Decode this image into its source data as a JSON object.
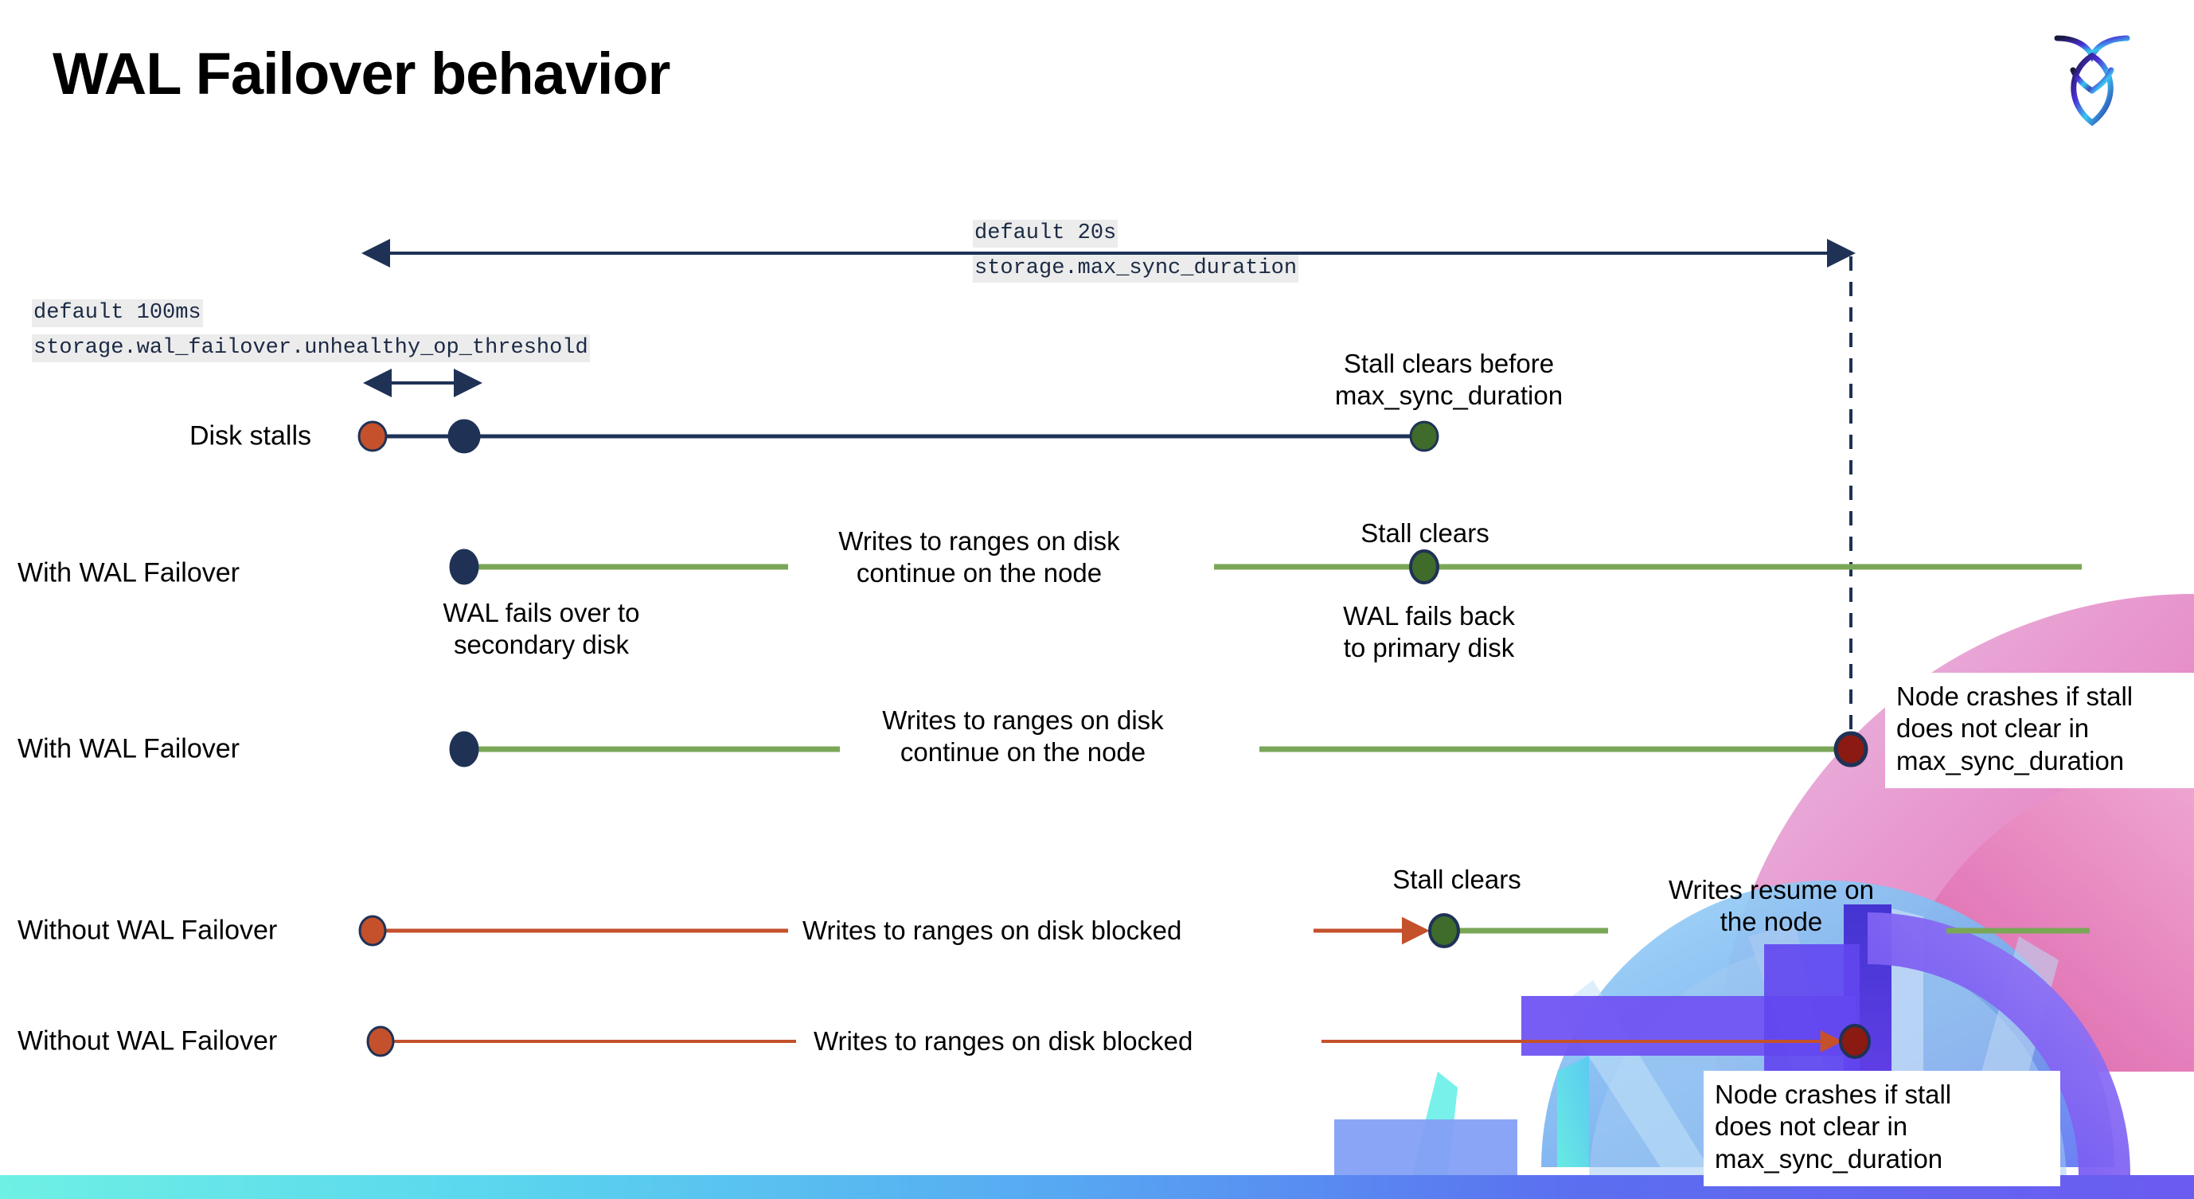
{
  "slide": {
    "title": "WAL Failover behavior",
    "logo_icon": "cockroachdb-logo-icon",
    "bottom_bar_colors": [
      "#6ff0e4",
      "#5bd7ee",
      "#57a9f2",
      "#5b6ef0",
      "#6b5bf0"
    ]
  },
  "palette": {
    "navy": "#1f3256",
    "green_line": "#7aa757",
    "green_dot": "#3f6b2b",
    "orange": "#c4512c",
    "dark_red": "#8b1a13",
    "chip_bg": "#ececec"
  },
  "measures": {
    "max_sync": {
      "default_label": "default 20s",
      "setting_label": "storage.max_sync_duration"
    },
    "unhealthy_op": {
      "default_label": "default 100ms",
      "setting_label": "storage.wal_failover.unhealthy_op_threshold"
    }
  },
  "rows": [
    {
      "id": "disk-stalls",
      "label": "Disk stalls",
      "notes": [
        {
          "id": "stall-clears-before",
          "text": "Stall clears before\nmax_sync_duration"
        }
      ]
    },
    {
      "id": "with-wal-failover-1",
      "label": "With WAL Failover",
      "notes": [
        {
          "id": "wal-fails-over",
          "text": "WAL fails over to\nsecondary disk"
        },
        {
          "id": "writes-continue-1",
          "text": "Writes to ranges on disk\ncontinue on the node"
        },
        {
          "id": "stall-clears-1",
          "text": "Stall clears"
        },
        {
          "id": "wal-fails-back",
          "text": "WAL fails  back\nto primary disk"
        }
      ]
    },
    {
      "id": "with-wal-failover-2",
      "label": "With WAL Failover",
      "notes": [
        {
          "id": "writes-continue-2",
          "text": "Writes to ranges on disk\ncontinue on the node"
        },
        {
          "id": "node-crashes-1",
          "text": "Node crashes if stall\ndoes not clear in\nmax_sync_duration"
        }
      ]
    },
    {
      "id": "without-wal-failover-1",
      "label": "Without WAL Failover",
      "notes": [
        {
          "id": "writes-blocked-1",
          "text": "Writes to ranges on disk  blocked"
        },
        {
          "id": "stall-clears-2",
          "text": "Stall clears"
        },
        {
          "id": "writes-resume",
          "text": "Writes resume on\nthe node"
        }
      ]
    },
    {
      "id": "without-wal-failover-2",
      "label": "Without WAL Failover",
      "notes": [
        {
          "id": "writes-blocked-2",
          "text": "Writes to ranges on disk  blocked"
        },
        {
          "id": "node-crashes-2",
          "text": "Node crashes if stall\ndoes not clear in\nmax_sync_duration"
        }
      ]
    }
  ]
}
